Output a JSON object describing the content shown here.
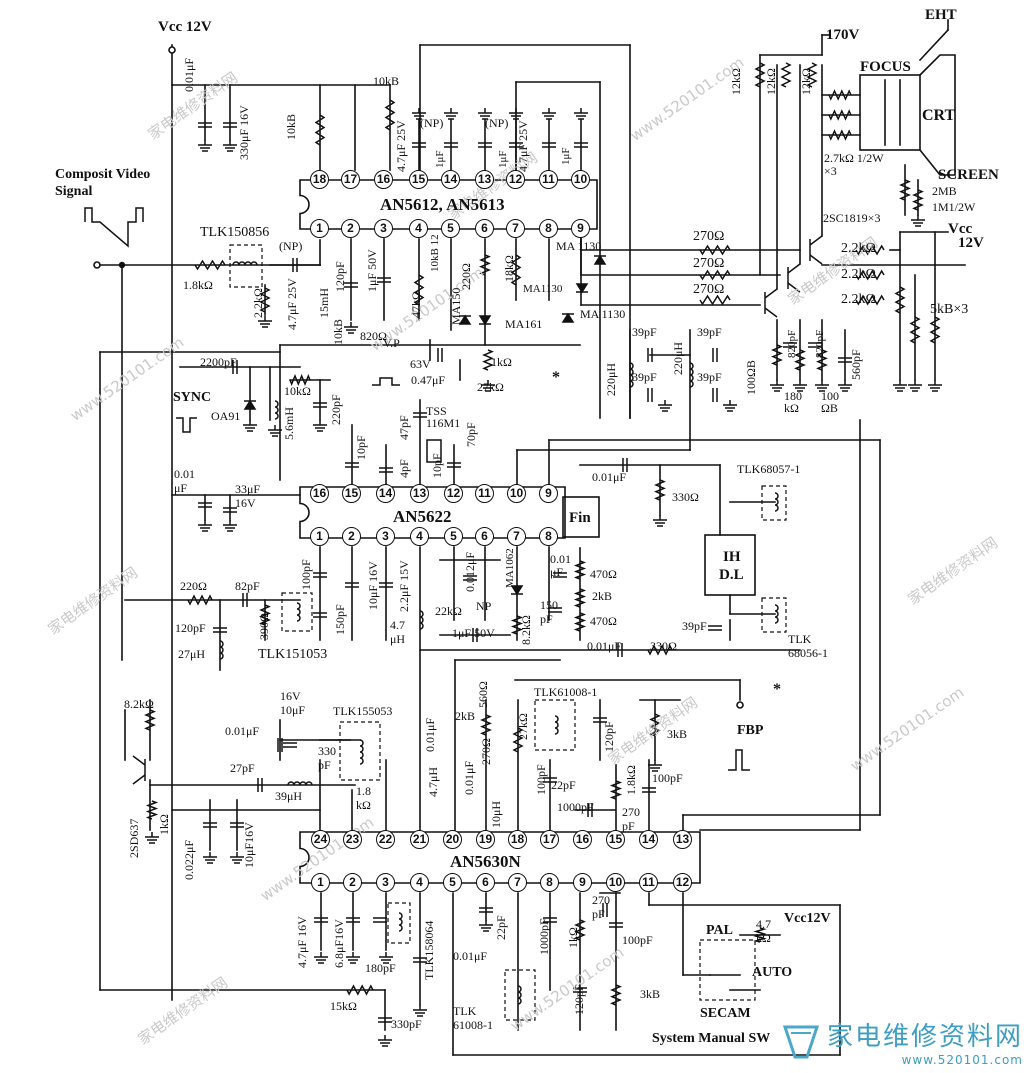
{
  "power": {
    "vcc_main": "Vcc 12V",
    "vcc_right": "Vcc",
    "vcc_right_value": "12V",
    "vcc_switch": "Vcc12V",
    "hv": "170V",
    "eht": "EHT",
    "focus": "FOCUS",
    "crt": "CRT",
    "screen": "SCREEN"
  },
  "input": {
    "line1": "Composit Video",
    "line2": "Signal"
  },
  "ics": {
    "an5612": "AN5612, AN5613",
    "an5622": "AN5622",
    "an5630": "AN5630N",
    "fin": "Fin",
    "ihdl_1": "IH",
    "ihdl_2": "D.L"
  },
  "pins": {
    "top_row_a": [
      "18",
      "17",
      "16",
      "15",
      "14",
      "13",
      "12",
      "11",
      "10"
    ],
    "bottom_row_a": [
      "1",
      "2",
      "3",
      "4",
      "5",
      "6",
      "7",
      "8",
      "9"
    ],
    "top_row_b": [
      "16",
      "15",
      "14",
      "13",
      "12",
      "11",
      "10",
      "9"
    ],
    "bottom_row_b": [
      "1",
      "2",
      "3",
      "4",
      "5",
      "6",
      "7",
      "8"
    ],
    "top_row_c": [
      "24",
      "23",
      "22",
      "21",
      "20",
      "19",
      "18",
      "17",
      "16",
      "15",
      "14",
      "13"
    ],
    "bottom_row_c": [
      "1",
      "2",
      "3",
      "4",
      "5",
      "6",
      "7",
      "8",
      "9",
      "10",
      "11",
      "12"
    ]
  },
  "components": {
    "c001": "0.01μF",
    "c330": "330μF 16V",
    "r10kB_a": "10kB",
    "r10kB_b": "10kB",
    "c47_25": "4.7μF 25V",
    "np1": "(NP)",
    "np2": "(NP)",
    "c1uF_a": "1μF",
    "c1uF_b": "1μF",
    "c47_25b": "4.7μF 25V",
    "c1uF_c": "1μF",
    "tlk150856": "TLK150856",
    "np3": "(NP)",
    "r18k": "1.8kΩ",
    "r22k": "2.2kΩ",
    "c47_25c": "4.7μF 25V",
    "l15mH": "15mH",
    "c120p": "120pF",
    "c1u50": "1μF 50V",
    "r820": "820Ω",
    "r10kB_c": "10kB",
    "r47k": "47kΩ",
    "r10kB_12": "10kB 12",
    "r220": "220Ω",
    "r18kB": "18kΩ",
    "ma150": "MA150",
    "ma161": "MA161",
    "vp": "V.P",
    "v63": "63V",
    "c047": "0.47μF",
    "r1k": "1kΩ",
    "r27k": "27kΩ",
    "ma1130_a": "MA 1130",
    "ma1130_b": "MA1130",
    "ma1130_c": "MA 1130",
    "c2200": "2200pF",
    "sync": "SYNC",
    "oa91": "OA91",
    "r10k": "10kΩ",
    "l56": "5.6mH",
    "c220p": "220pF",
    "c10p_a": "10pF",
    "c4p": "4pF",
    "c47p": "47pF",
    "tss": "TSS 116M1",
    "c10p_b": "10pF",
    "c70p": "70pF",
    "c39p_a": "39pF",
    "c39p_b": "39pF",
    "c39p_c": "39pF",
    "c39p_d": "39pF",
    "l220_a": "220μH",
    "l220_b": "220μH",
    "r270_a": "270Ω",
    "r270_b": "270Ω",
    "r270_c": "270Ω",
    "r22k_a": "2.2kΩ",
    "r22k_b": "2.2kΩ",
    "r22k_c": "2.2kΩ",
    "q2sc1819": "2SC1819×3",
    "r5kB": "5kB×3",
    "r100B": "100ΩB",
    "c820a": "820pF",
    "c820b": "820pF",
    "r180": "180 kΩ",
    "r100": "100 ΩB",
    "c560": "560pF",
    "r12k_a": "12kΩ",
    "r12k_b": "12kΩ",
    "r12k_c": "12kΩ",
    "r27k_12": "2.7kΩ 1/2W ×3",
    "r2MB": "2MB",
    "r1M1": "1M1/2W",
    "c001_b": "0.01 μF",
    "c33": "33μF 16V",
    "c001_c": "0.01μF",
    "r330": "330Ω",
    "tlk68057": "TLK68057-1",
    "tlk68056": "TLK 68056-1",
    "c39p_e": "39pF",
    "c001_d": "0.01μF",
    "r330_b": "330Ω",
    "r220_b": "220Ω",
    "c82p": "82pF",
    "c120p_b": "120pF",
    "l27": "27μH",
    "r390": "390Ω",
    "tlk151053": "TLK151053",
    "c100p": "100pF",
    "c150p": "150pF",
    "c10u16": "10μF 16V",
    "c22": "2.2μF 15V",
    "l47": "4.7 μH",
    "c0012": "0.012μF",
    "r22kb": "22kΩ",
    "np4": "NP",
    "c1u50b": "1μF 50V",
    "ma1062": "MA1062",
    "r82k": "8.2kΩ",
    "c001_e": "0.01 μF",
    "c150p_b": "150 pF",
    "r470_a": "470Ω",
    "r2kB": "2kB",
    "r470_b": "470Ω",
    "r82k_b": "8.2kΩ",
    "q2sd637": "2SD637",
    "r1k_b": "1kΩ",
    "c0022": "0.022μF",
    "c10u16b": "10μF16V",
    "c001_f": "0.01μF",
    "c27p": "27pF",
    "c16v10": "16V 10μF",
    "tlk155053": "TLK155053",
    "c330p": "330 pF",
    "l39": "39μH",
    "r18k_b": "1.8 kΩ",
    "c001_g": "0.01μF",
    "l47_b": "4.7μH",
    "r2kB_b": "2kB",
    "r560": "560Ω",
    "c001_h": "0.01μF",
    "r270_d": "270Ω",
    "l10u": "10μH",
    "r27k_b": "27kΩ",
    "c100p_b": "100pF",
    "tlk61008": "TLK61008-1",
    "c120p_c": "120pF",
    "r3kB": "3kB",
    "c22p": "22pF",
    "c1000p": "1000pF",
    "r18k_c": "1.8kΩ",
    "c100p_c": "100pF",
    "c270p": "270 pF",
    "fbp": "FBP",
    "c47_16": "4.7μF 16V",
    "c68_16": "6.8μF16V",
    "c180p": "180pF",
    "tlk158064": "TLK158064",
    "c001_i": "0.01μF",
    "c22p_b": "22pF",
    "c1000p_b": "1000pF",
    "r1k_c": "1kΩ",
    "c270p_b": "270 pF",
    "c100p_d": "100pF",
    "c120p_d": "120pF",
    "r3kB_b": "3kB",
    "tlk61008_b": "TLK 61008-1",
    "r15k": "15kΩ",
    "c330p_b": "330pF",
    "pal": "PAL",
    "r47k_sw": "4.7 kΩ",
    "auto": "AUTO",
    "secam": "SECAM",
    "sysw": "System Manual SW"
  },
  "marks": {
    "star_a": "*",
    "star_b": "*"
  },
  "watermark": {
    "cn": "家电维修资料网",
    "url": "www.520101.com",
    "logo_cn": "家电维修资料网",
    "logo_url": "www.520101.com"
  }
}
